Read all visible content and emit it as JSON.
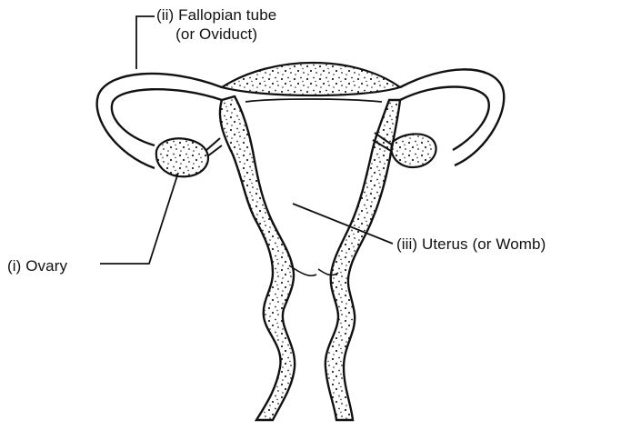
{
  "diagram": {
    "labels": {
      "fallopian_line1": "(ii) Fallopian tube",
      "fallopian_line2": "(or Oviduct)",
      "ovary": "(i) Ovary",
      "uterus": "(iii) Uterus (or Womb)"
    },
    "colors": {
      "ink": "#111111",
      "background": "#ffffff",
      "stipple": "#222222"
    }
  }
}
